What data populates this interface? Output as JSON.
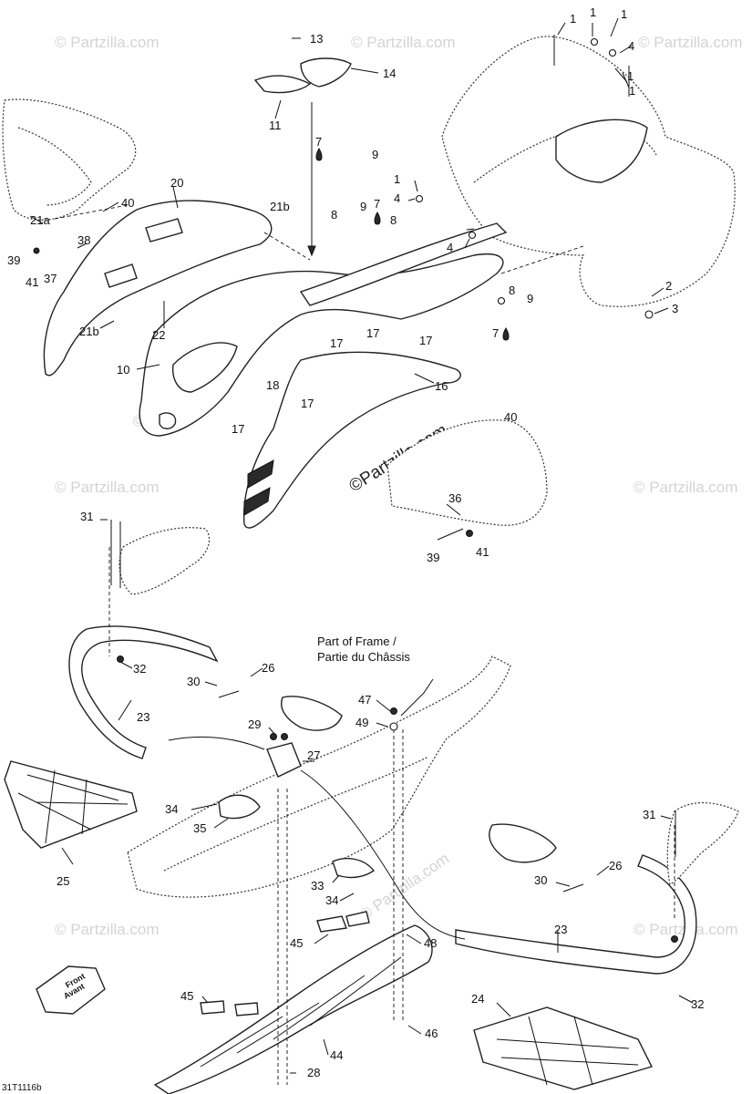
{
  "watermark": {
    "repeated": "© Partzilla.com",
    "main": "©Partzilla.com"
  },
  "note_frame": {
    "line1": "Part of Frame /",
    "line2": "Partie du Châssis"
  },
  "front_arrow": {
    "line1": "Front",
    "line2": "Avant"
  },
  "diagram_code": "31T1116b",
  "callouts": [
    {
      "id": "c-1a",
      "text": "1"
    },
    {
      "id": "c-1b",
      "text": "1"
    },
    {
      "id": "c-1c",
      "text": "1"
    },
    {
      "id": "c-1d",
      "text": "1"
    },
    {
      "id": "c-1e",
      "text": "1"
    },
    {
      "id": "c-1f",
      "text": "1"
    },
    {
      "id": "c-2",
      "text": "2"
    },
    {
      "id": "c-3",
      "text": "3"
    },
    {
      "id": "c-4a",
      "text": "4"
    },
    {
      "id": "c-4b",
      "text": "4"
    },
    {
      "id": "c-4c",
      "text": "4"
    },
    {
      "id": "c-7a",
      "text": "7"
    },
    {
      "id": "c-7b",
      "text": "7"
    },
    {
      "id": "c-7c",
      "text": "7"
    },
    {
      "id": "c-8a",
      "text": "8"
    },
    {
      "id": "c-8b",
      "text": "8"
    },
    {
      "id": "c-8c",
      "text": "8"
    },
    {
      "id": "c-9a",
      "text": "9"
    },
    {
      "id": "c-9b",
      "text": "9"
    },
    {
      "id": "c-9c",
      "text": "9"
    },
    {
      "id": "c-10",
      "text": "10"
    },
    {
      "id": "c-11",
      "text": "11"
    },
    {
      "id": "c-13",
      "text": "13"
    },
    {
      "id": "c-14",
      "text": "14"
    },
    {
      "id": "c-16",
      "text": "16"
    },
    {
      "id": "c-17a",
      "text": "17"
    },
    {
      "id": "c-17b",
      "text": "17"
    },
    {
      "id": "c-17c",
      "text": "17"
    },
    {
      "id": "c-17d",
      "text": "17"
    },
    {
      "id": "c-17e",
      "text": "17"
    },
    {
      "id": "c-18",
      "text": "18"
    },
    {
      "id": "c-20",
      "text": "20"
    },
    {
      "id": "c-21a",
      "text": "21a"
    },
    {
      "id": "c-21b-top",
      "text": "21b"
    },
    {
      "id": "c-21b-bot",
      "text": "21b"
    },
    {
      "id": "c-22",
      "text": "22"
    },
    {
      "id": "c-23a",
      "text": "23"
    },
    {
      "id": "c-23b",
      "text": "23"
    },
    {
      "id": "c-24",
      "text": "24"
    },
    {
      "id": "c-25",
      "text": "25"
    },
    {
      "id": "c-26a",
      "text": "26"
    },
    {
      "id": "c-26b",
      "text": "26"
    },
    {
      "id": "c-27",
      "text": "27"
    },
    {
      "id": "c-28",
      "text": "28"
    },
    {
      "id": "c-29",
      "text": "29"
    },
    {
      "id": "c-30a",
      "text": "30"
    },
    {
      "id": "c-30b",
      "text": "30"
    },
    {
      "id": "c-31a",
      "text": "31"
    },
    {
      "id": "c-31b",
      "text": "31"
    },
    {
      "id": "c-32a",
      "text": "32"
    },
    {
      "id": "c-32b",
      "text": "32"
    },
    {
      "id": "c-33",
      "text": "33"
    },
    {
      "id": "c-34a",
      "text": "34"
    },
    {
      "id": "c-34b",
      "text": "34"
    },
    {
      "id": "c-35",
      "text": "35"
    },
    {
      "id": "c-36",
      "text": "36"
    },
    {
      "id": "c-37",
      "text": "37"
    },
    {
      "id": "c-38",
      "text": "38"
    },
    {
      "id": "c-39a",
      "text": "39"
    },
    {
      "id": "c-39b",
      "text": "39"
    },
    {
      "id": "c-40a",
      "text": "40"
    },
    {
      "id": "c-40b",
      "text": "40"
    },
    {
      "id": "c-41a",
      "text": "41"
    },
    {
      "id": "c-41b",
      "text": "41"
    },
    {
      "id": "c-44",
      "text": "44"
    },
    {
      "id": "c-45a",
      "text": "45"
    },
    {
      "id": "c-45b",
      "text": "45"
    },
    {
      "id": "c-46",
      "text": "46"
    },
    {
      "id": "c-47",
      "text": "47"
    },
    {
      "id": "c-48",
      "text": "48"
    },
    {
      "id": "c-49",
      "text": "49"
    }
  ]
}
